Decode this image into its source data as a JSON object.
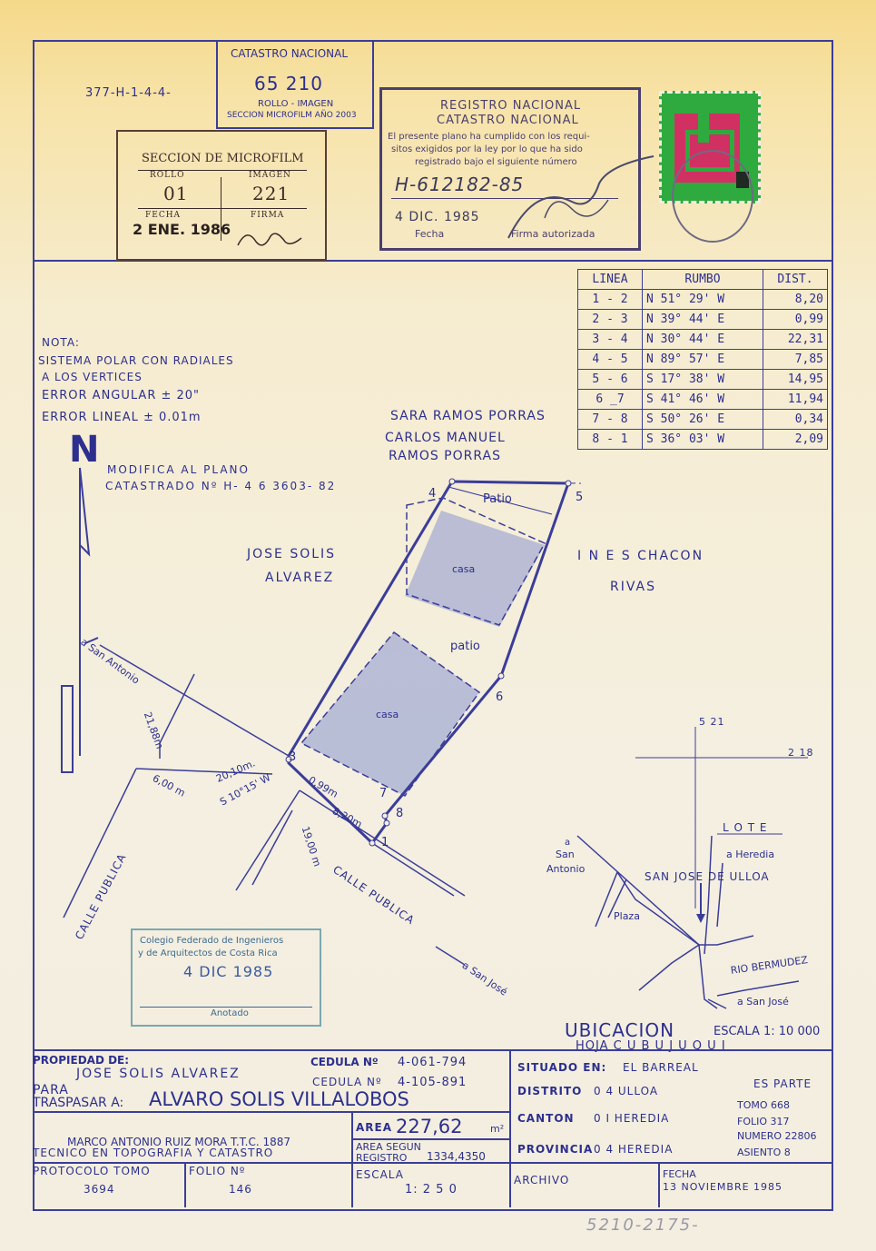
{
  "header": {
    "ref_code": "377-H-1-4-4-",
    "catastro_box": {
      "title": "CATASTRO NACIONAL",
      "number": "65  210",
      "line1": "ROLLO - IMAGEN",
      "line2": "SECCION MICROFILM AÑO 2003"
    },
    "microfilm": {
      "title": "SECCION DE MICROFILM",
      "rollo_label": "ROLLO",
      "rollo": "01",
      "imagen_label": "IMAGEN",
      "imagen": "221",
      "fecha_label": "FECHA",
      "fecha": "2 ENE. 1986",
      "firma_label": "FIRMA"
    },
    "registro": {
      "title1": "REGISTRO NACIONAL",
      "title2": "CATASTRO NACIONAL",
      "text1": "El presente plano ha cumplido con los requi-",
      "text2": "sitos exigidos por la ley por lo que ha sido",
      "text3": "registrado bajo el siguiente número",
      "number": "H-612182-85",
      "date": "4 DIC. 1985",
      "fecha_label": "Fecha",
      "firma_label": "Firma autorizada"
    }
  },
  "rumbo_table": {
    "headers": [
      "LINEA",
      "RUMBO",
      "DIST."
    ],
    "rows": [
      [
        "1 - 2",
        "N 51°  29' W",
        "8,20"
      ],
      [
        "2 - 3",
        "N 39°  44' E",
        "0,99"
      ],
      [
        "3 - 4",
        "N 30°  44' E",
        "22,31"
      ],
      [
        "4 - 5",
        "N 89°  57' E",
        "7,85"
      ],
      [
        "5 - 6",
        "S 17°  38' W",
        "14,95"
      ],
      [
        "6 _7",
        "S 41°  46' W",
        "11,94"
      ],
      [
        "7 - 8",
        "S 50°  26' E",
        "0,34"
      ],
      [
        "8 - 1",
        "S 36°  03' W",
        "2,09"
      ]
    ]
  },
  "nota": {
    "l1": "NOTA:",
    "l2": "SISTEMA POLAR CON RADIALES",
    "l3": "A LOS VERTICES",
    "l4": "ERROR ANGULAR ± 20\"",
    "l5": "ERROR LINEAL  ± 0.01m"
  },
  "north": "N",
  "modifica": {
    "l1": "MODIFICA AL PLANO",
    "l2": "CATASTRADO Nº H- 4 6 3603- 82"
  },
  "neighbors": {
    "n1": "SARA RAMOS PORRAS",
    "n2a": "CARLOS MANUEL",
    "n2b": "RAMOS PORRAS",
    "west1": "JOSE  SOLIS",
    "west2": "ALVAREZ",
    "east1": "I N E S  CHACON",
    "east2": "RIVAS"
  },
  "plan_labels": {
    "patio1": "Patio",
    "patio2": "patio",
    "casa1": "casa",
    "casa2": "casa",
    "v1": "1",
    "v3": "3",
    "v4": "4",
    "v5": "5",
    "v6": "6",
    "v7": "7",
    "v8": "8",
    "d1": "21,88m",
    "d2": "6,00 m",
    "d3": "20,10m.",
    "d4": "S 10°15' W",
    "d5": "0,99m",
    "d6": "8,20m",
    "d7": "19,00 m",
    "san_antonio": "a San Antonio",
    "san_jose": "a San José",
    "calle1": "CALLE  PUBLICA",
    "calle2": "CALLE  PUBLICA"
  },
  "ubicacion": {
    "coord1": "5 21",
    "coord2": "2 18",
    "lote": "L O T E",
    "heredia": "a Heredia",
    "a_san": "a",
    "san_antonio1": "San",
    "san_antonio2": "Antonio",
    "san_jose_ulloa": "SAN  JOSE DE ULLOA",
    "plaza": "Plaza",
    "rio": "RIO BERMUDEZ",
    "a_san_jose": "a  San José",
    "title": "UBICACION",
    "escala": "ESCALA 1: 10 000",
    "hoja": "HOJA  C U B U J U Q U I"
  },
  "colegio": {
    "l1": "Colegio Federado de Ingenieros",
    "l2": "y de Arquitectos de Costa Rica",
    "date": "4 DIC 1985",
    "anotado": "Anotado"
  },
  "footer": {
    "propiedad_label": "PROPIEDAD DE:",
    "propietario": "JOSE  SOLIS  ALVAREZ",
    "cedula1_label": "CEDULA Nº",
    "cedula1": "4-061-794",
    "cedula2_label": "CEDULA Nº",
    "cedula2": "4-105-891",
    "para": "PARA",
    "traspasar": "TRASPASAR A:",
    "nuevo": "ALVARO SOLIS VILLALOBOS",
    "area_label": "AREA",
    "area": "227,62",
    "area_unit": "m²",
    "area_segun": "AREA SEGUN",
    "registro_label": "REGISTRO",
    "registro_val": "1334,4350",
    "tecnico1": "MARCO ANTONIO RUIZ MORA   T.T.C. 1887",
    "tecnico2": "TECNICO EN TOPOGRAFIA  Y CATASTRO",
    "situado_label": "SITUADO EN:",
    "situado": "EL BARREAL",
    "distrito_label": "DISTRITO",
    "distrito": "0 4  ULLOA",
    "canton_label": "CANTON",
    "canton": "0 I  HEREDIA",
    "provincia_label": "PROVINCIA",
    "provincia": "0 4  HEREDIA",
    "es_parte": "ES PARTE",
    "tomo": "TOMO  668",
    "folio": "FOLIO  317",
    "numero": "NUMERO 22806",
    "asiento": "ASIENTO  8",
    "protocolo_label": "PROTOCOLO TOMO",
    "protocolo": "3694",
    "folio_label": "FOLIO Nº",
    "folio_n": "146",
    "escala_label": "ESCALA",
    "escala": "1: 2 5 0",
    "archivo_label": "ARCHIVO",
    "fecha_label": "FECHA",
    "fecha": "13  NOVIEMBRE  1985"
  },
  "bottom_note": "5210-2175-"
}
